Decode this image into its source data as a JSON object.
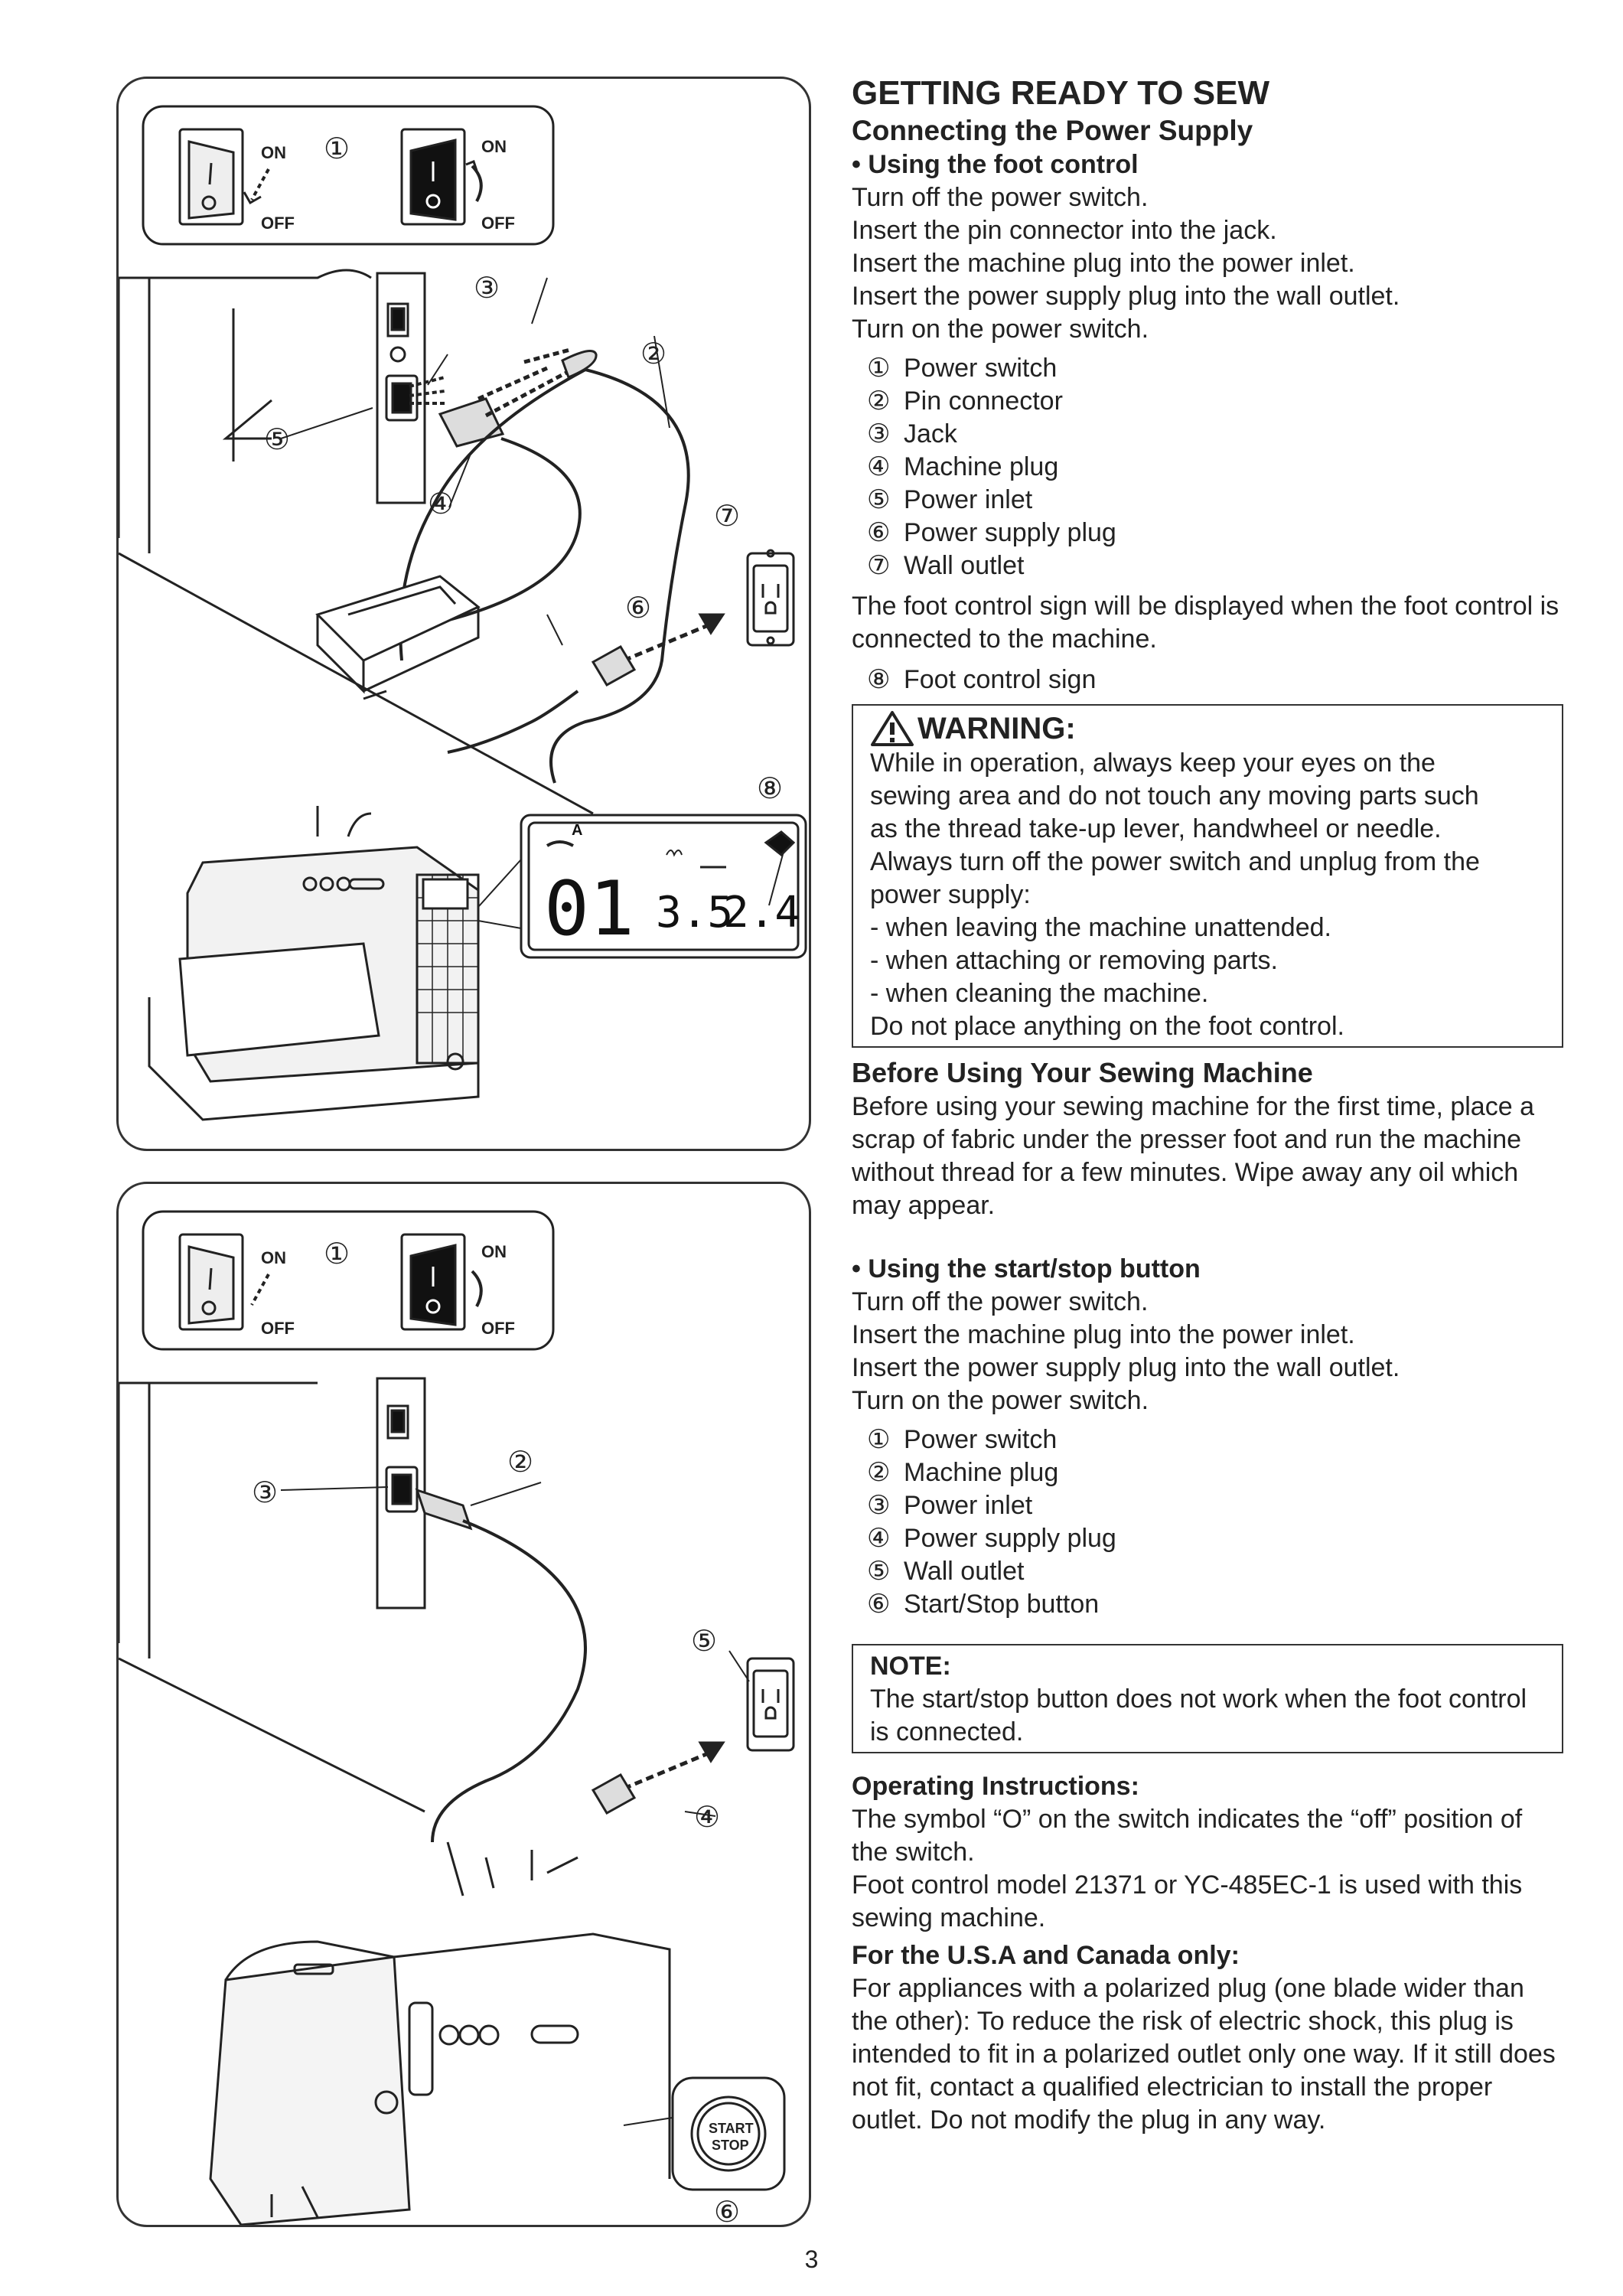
{
  "header": {
    "title": "GETTING READY TO SEW",
    "section": "Connecting the Power Supply"
  },
  "foot_control": {
    "heading": "• Using the foot control",
    "steps": [
      "Turn off the power switch.",
      "Insert the pin connector into the jack.",
      "Insert the machine plug into the power inlet.",
      "Insert the power supply plug into the wall outlet.",
      "Turn on the power switch."
    ],
    "parts": [
      {
        "num": "①",
        "label": "Power switch"
      },
      {
        "num": "②",
        "label": "Pin connector"
      },
      {
        "num": "③",
        "label": "Jack"
      },
      {
        "num": "④",
        "label": "Machine plug"
      },
      {
        "num": "⑤",
        "label": "Power inlet"
      },
      {
        "num": "⑥",
        "label": "Power supply plug"
      },
      {
        "num": "⑦",
        "label": "Wall outlet"
      }
    ],
    "sign_note": "The foot control sign will be displayed when the foot control is connected to the machine.",
    "sign_part": {
      "num": "⑧",
      "label": "Foot control sign"
    }
  },
  "warning": {
    "title": "WARNING:",
    "lines": [
      "While in operation, always keep your eyes on the",
      "sewing area and do not touch any moving parts such",
      "as the thread take-up lever, handwheel or needle.",
      "Always turn off the power switch and unplug from the",
      "power supply:",
      "- when leaving the machine unattended.",
      "- when attaching or removing parts.",
      "- when cleaning the machine.",
      "Do not place anything on the foot control."
    ]
  },
  "before_using": {
    "heading": "Before Using Your Sewing Machine",
    "text": "Before using your sewing machine for the first time, place a scrap of fabric under the presser foot and run the machine without thread for a few minutes. Wipe away any oil which may appear."
  },
  "start_stop": {
    "heading": "• Using the start/stop button",
    "steps": [
      "Turn off the power switch.",
      "Insert the machine plug into the power inlet.",
      "Insert the power supply plug into the wall outlet.",
      "Turn on the power switch."
    ],
    "parts": [
      {
        "num": "①",
        "label": "Power switch"
      },
      {
        "num": "②",
        "label": "Machine plug"
      },
      {
        "num": "③",
        "label": "Power inlet"
      },
      {
        "num": "④",
        "label": "Power supply plug"
      },
      {
        "num": "⑤",
        "label": "Wall outlet"
      },
      {
        "num": "⑥",
        "label": "Start/Stop button"
      }
    ]
  },
  "note": {
    "title": "NOTE:",
    "text": "The start/stop button does not work when the foot control is connected."
  },
  "operating": {
    "heading": "Operating Instructions:",
    "text1": "The symbol “O” on the switch indicates the “off” position of the switch.",
    "text2": "Foot control model 21371 or YC-485EC-1 is used with this sewing machine."
  },
  "usa_canada": {
    "heading": "For the U.S.A and Canada only:",
    "text": "For appliances with a polarized plug (one blade wider than the other): To reduce the risk of electric shock, this plug is intended to fit in a polarized outlet only one way. If it still does not fit, contact a qualified electrician to install the proper outlet. Do not modify the plug in any way."
  },
  "figure1": {
    "switch_on": "ON",
    "switch_off": "OFF",
    "callouts": [
      "①",
      "②",
      "③",
      "④",
      "⑤",
      "⑥",
      "⑦",
      "⑧"
    ],
    "lcd": {
      "mode": "A",
      "pattern": "01",
      "width": "3.5",
      "length": "2.4"
    }
  },
  "figure2": {
    "switch_on": "ON",
    "switch_off": "OFF",
    "callouts": [
      "①",
      "②",
      "③",
      "④",
      "⑤",
      "⑥"
    ],
    "button_top": "START",
    "button_bottom": "STOP"
  },
  "page_number": "3"
}
